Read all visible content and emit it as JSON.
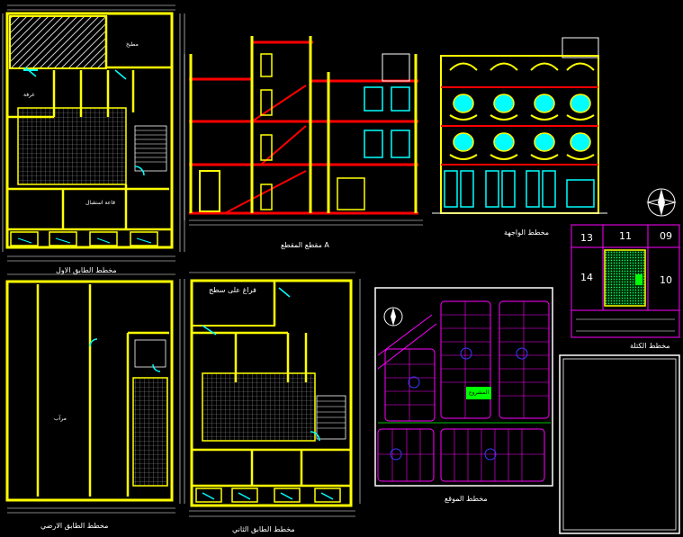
{
  "titles": {
    "first_floor": "مخطط الطابق الاول",
    "section": "مقطع المقطع A",
    "elevation": "مخطط الواجهة",
    "ground_floor": "مخطط الطابق الارضي",
    "second_floor": "مخطط الطابق الثاني",
    "site_plan": "مخطط الموقع",
    "location_plan": "مخطط الكتلة"
  },
  "room_labels": {
    "kitchen": "مطبخ",
    "bedroom": "غرفة",
    "living": "قاعة استقبال",
    "shop": "مرآب",
    "roof_terrace": "فراغ على سطح",
    "project": "المشروع"
  },
  "block_numbers": {
    "top_left": "13",
    "top_mid": "11",
    "top_right": "09",
    "mid_left": "14",
    "mid_right": "10"
  },
  "colors": {
    "wall": "#ffff00",
    "dim": "#ffffff",
    "accent_red": "#ff0000",
    "accent_cyan": "#00ffff",
    "accent_magenta": "#ff00ff",
    "accent_green": "#00ff00",
    "background": "#000000"
  }
}
